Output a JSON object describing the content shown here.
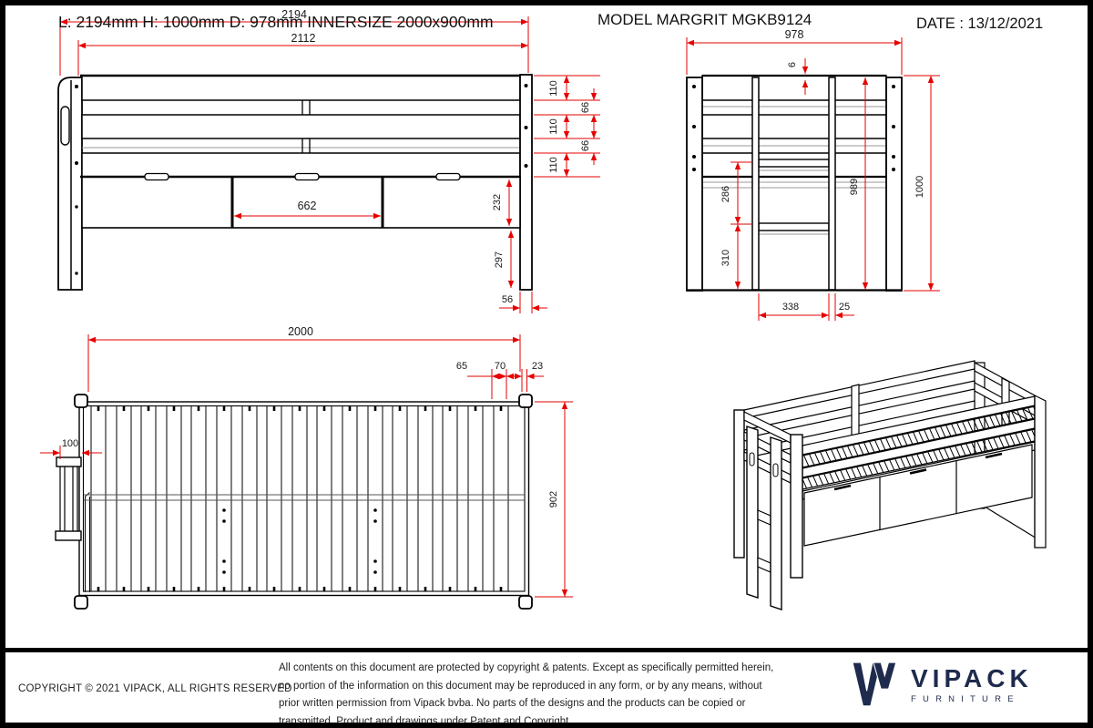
{
  "theme": {
    "line-color": "#000000",
    "gray-line": "#999999",
    "dim-color": "#e60000",
    "logo-color": "#1e2b4d",
    "bg": "#ffffff"
  },
  "views": {
    "side_elevation": {
      "dims": {
        "total_length": "2194",
        "frame_length": "2112",
        "top_rail_height": "110",
        "upper_gap": "66",
        "middle_rail_height": "110",
        "lower_gap": "66",
        "bottom_rail_height": "110",
        "drawer_width": "662",
        "drawer_height": "232",
        "under_clearance": "297",
        "leg_width": "56"
      }
    },
    "end_elevation": {
      "dims": {
        "total_depth": "978",
        "rail_offset": "6",
        "side_height": "989",
        "total_height": "1000",
        "rung_gap_upper": "286",
        "rung_gap_lower": "310",
        "rung_width": "338",
        "stringer_width": "25"
      }
    },
    "plan_view": {
      "dims": {
        "inner_length": "2000",
        "end_offset": "65",
        "post_depth": "70",
        "edge_gap": "23",
        "ladder_protrusion": "100",
        "inner_width": "902"
      }
    }
  },
  "title_block": {
    "size_summary": "L: 2194mm H: 1000mm D: 978mm INNERSIZE 2000x900mm",
    "model": "MODEL MARGRIT MGKB9124",
    "date": "DATE : 13/12/2021"
  },
  "footer": {
    "copyright": "COPYRIGHT  © 2021 VIPACK, ALL RIGHTS RESERVED",
    "legal_lines": [
      "All contents on this document are protected by copyright & patents. Except as specifically permitted herein,",
      "no portion of the information on this document may be reproduced in any form, or by any means, without",
      "prior written permission from Vipack bvba. No parts of the designs and the products can be copied or",
      "transmitted. Product and drawings under Patent and Copyright."
    ],
    "logo": {
      "name": "VIPACK",
      "sub": "FURNITURE"
    }
  }
}
